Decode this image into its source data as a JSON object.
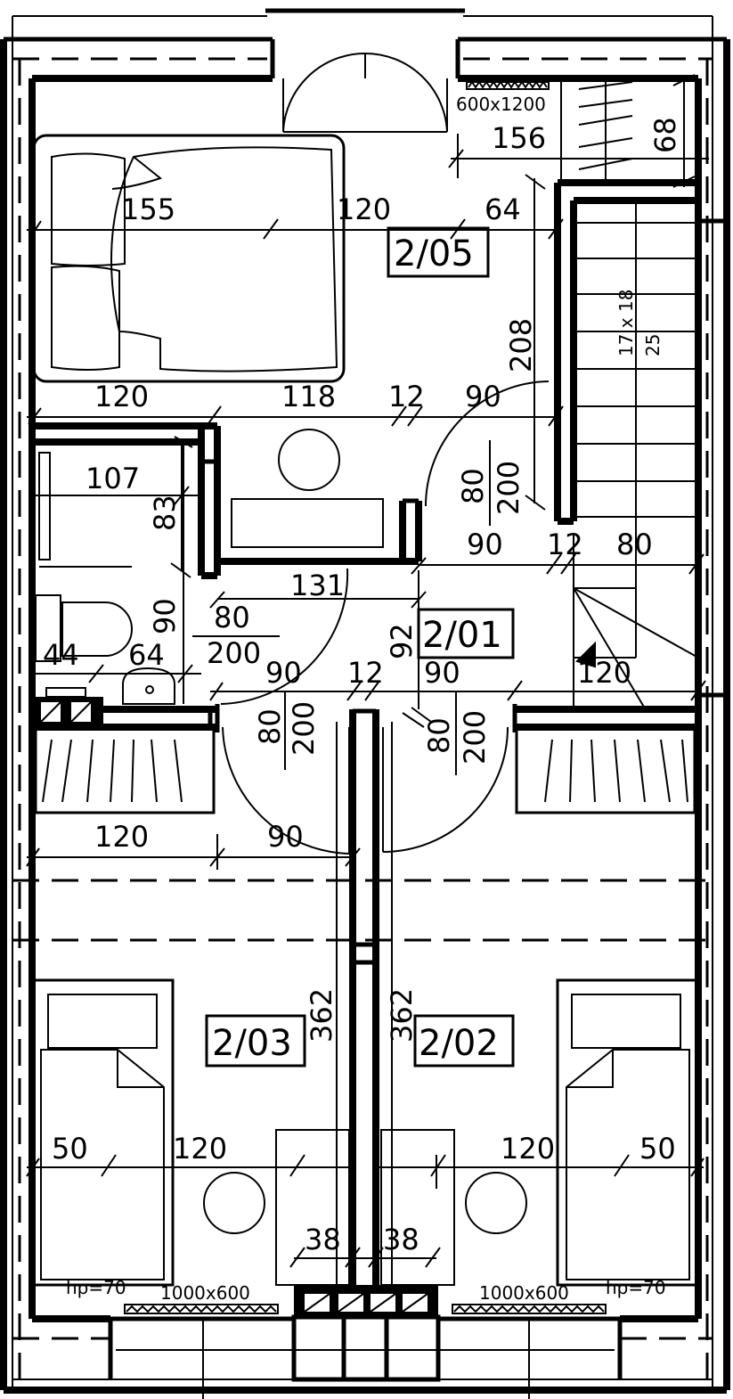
{
  "rooms": {
    "r205": "2/05",
    "r201": "2/01",
    "r203": "2/03",
    "r202": "2/02"
  },
  "stairs": {
    "steps": "17 x 18",
    "tread": "25"
  },
  "windows": {
    "roof_top": "600x1200",
    "left": "1000x600",
    "right": "1000x600",
    "hp_left": "hp=70",
    "hp_right": "hp=70"
  },
  "dimensions": {
    "d156": "156",
    "d68": "68",
    "d155": "155",
    "d120_top": "120",
    "d64_top": "64",
    "d208": "208",
    "d120_mid": "120",
    "d118": "118",
    "d12_mid": "12",
    "d90_door205": "90",
    "door205_w": "80",
    "door205_h": "200",
    "d107": "107",
    "d83": "83",
    "d90_hall": "90",
    "d12_hall": "12",
    "d80_hall": "80",
    "d131": "131",
    "d90_wc": "90",
    "wcdoor_w": "80",
    "wcdoor_h": "200",
    "d92": "92",
    "d44": "44",
    "d64_wc": "64",
    "d90_a": "90",
    "d12_b": "12",
    "d90_b": "90",
    "d120_stair": "120",
    "door203_w": "80",
    "door203_h": "200",
    "door202_w": "80",
    "door202_h": "200",
    "d120_lower": "120",
    "d90_lower": "90",
    "d362_left": "362",
    "d362_right": "362",
    "d50_left": "50",
    "d120_left": "120",
    "d120_right": "120",
    "d50_right": "50",
    "d38_left": "38",
    "d38_right": "38"
  }
}
